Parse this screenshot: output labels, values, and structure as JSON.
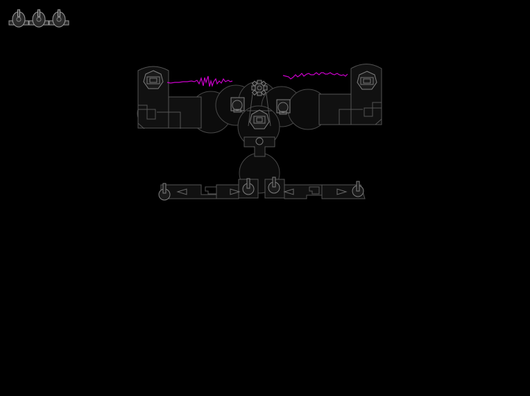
{
  "hud": {
    "lives_remaining": 3,
    "life_icon": "player-ship-icon"
  },
  "colors": {
    "background": "#000000",
    "hull_stroke": "#555555",
    "hull_fill": "#111111",
    "turret_stroke": "#808080",
    "energy_beam": "#cc00cc"
  },
  "boss": {
    "icon": "mothership-boss",
    "turrets": 4,
    "beam_emitters": 2
  }
}
